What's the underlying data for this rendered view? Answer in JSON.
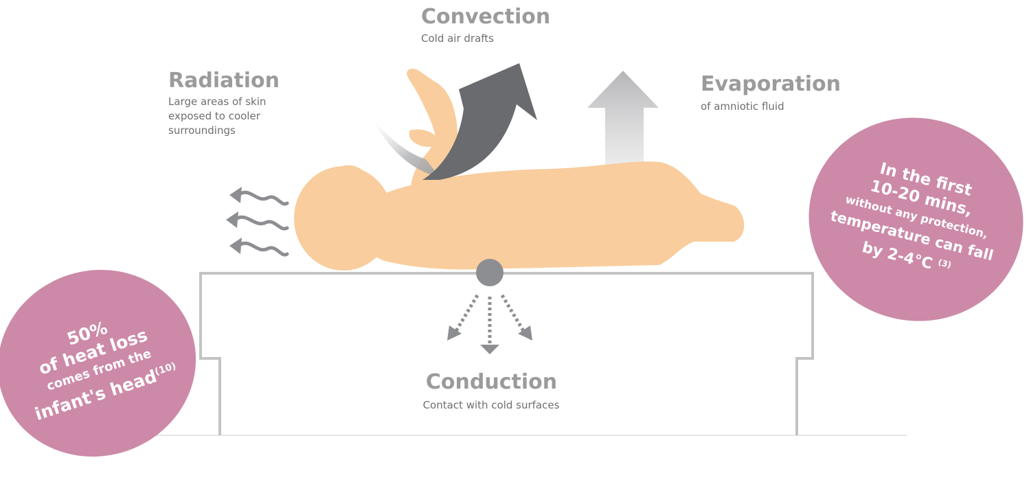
{
  "convection": {
    "title": "Convection",
    "desc": "Cold air drafts"
  },
  "radiation": {
    "title": "Radiation",
    "desc_lines": [
      "Large areas of skin",
      "exposed to cooler",
      "surroundings"
    ]
  },
  "evaporation": {
    "title": "Evaporation",
    "desc": "of amniotic fluid"
  },
  "conduction": {
    "title": "Conduction",
    "desc": "Contact with cold surfaces"
  },
  "badge_left": {
    "line1": "50%",
    "line2": "of heat loss",
    "line3": "comes from the",
    "line4": "infant's head",
    "ref": "(10)"
  },
  "badge_right": {
    "line1": "In the first",
    "line2": "10-20 mins,",
    "line3": "without any protection,",
    "line4": "temperature can fall",
    "line5": "by 2-4°C",
    "ref": "(3)"
  },
  "colors": {
    "skin": "#f9cd9d",
    "badge": "#cc8aa8",
    "dark_arrow": "#6a6b6e",
    "light_arrow": "#b4b5b7",
    "outline": "#c3c3c3",
    "heading": "#9b9b9b"
  }
}
